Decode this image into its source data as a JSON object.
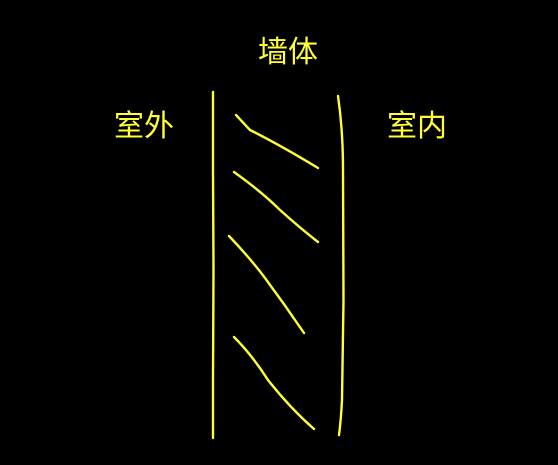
{
  "labels": {
    "wall": "墙体",
    "outdoor": "室外",
    "indoor": "室内"
  },
  "colors": {
    "background": "#000000",
    "line": "#ffff33"
  }
}
